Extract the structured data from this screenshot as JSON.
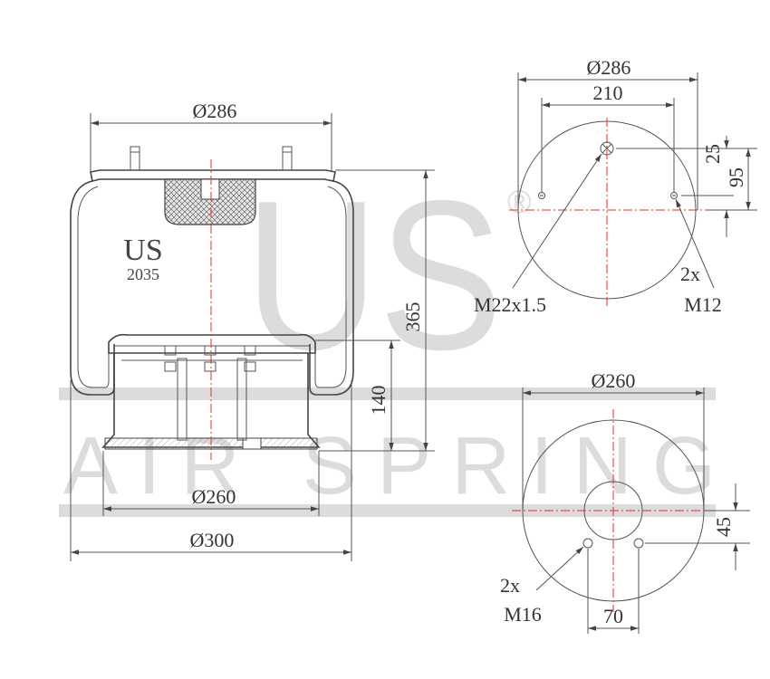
{
  "watermark": {
    "big_text": "US",
    "registered_mark": "®",
    "banner_text": "AIR SPRING"
  },
  "side_view": {
    "brand_label": "US",
    "model_number": "2035",
    "dim_top_diameter": "Ø286",
    "dim_height": "365",
    "dim_piston_height": "140",
    "dim_piston_diameter": "Ø260",
    "dim_max_diameter": "Ø300"
  },
  "top_plate_view": {
    "dim_diameter": "Ø286",
    "dim_stud_spacing": "210",
    "dim_offset_small": "25",
    "dim_offset_large": "95",
    "air_fitting_label": "M22x1.5",
    "stud_count_label": "2x",
    "stud_thread_label": "M12"
  },
  "bottom_plate_view": {
    "dim_diameter": "Ø260",
    "dim_offset": "45",
    "dim_hole_spacing": "70",
    "hole_count_label": "2x",
    "hole_thread_label": "M16"
  }
}
